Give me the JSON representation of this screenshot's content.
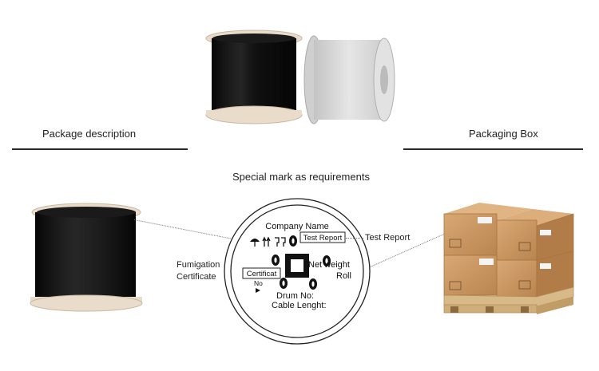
{
  "headings": {
    "package_description": "Package description",
    "packaging_box": "Packaging Box",
    "special_mark": "Special mark as requirements"
  },
  "label_diagram": {
    "company_name": "Company Name",
    "test_report_box": "Test Report",
    "certificat_box": "Certificat",
    "net_weight": "Net weight",
    "roll": "Roll",
    "no": "No",
    "drum_no": "Drum No:",
    "cable_length": "Cable Lenght:"
  },
  "callouts": {
    "test_report": "Test Report",
    "fumigation": "Fumigation",
    "certificate": "Certificate"
  },
  "colors": {
    "cable_black": "#101010",
    "drum_flange": "#e9dccb",
    "white_cable": "#d8d8d8",
    "carton": "#c99863",
    "pallet": "#d8b988"
  }
}
